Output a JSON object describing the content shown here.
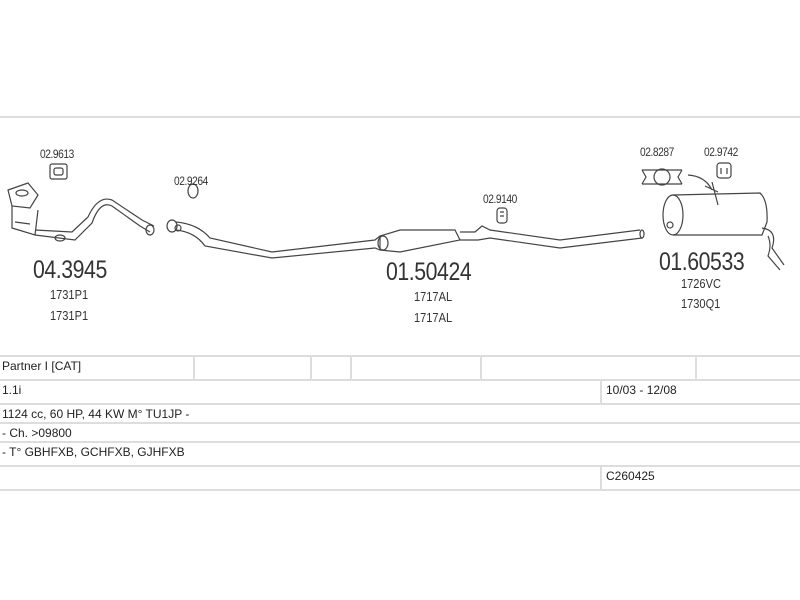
{
  "parts": {
    "gasket_1": "02.9613",
    "ring_1": "02.9264",
    "hanger_1": "02.9140",
    "clamp_1": "02.8287",
    "hanger_2": "02.9742",
    "catalyst": {
      "number": "04.3945",
      "refs": [
        "1731P1",
        "1731P1"
      ]
    },
    "middle_pipe": {
      "number": "01.50424",
      "refs": [
        "1717AL",
        "1717AL"
      ]
    },
    "rear_silencer": {
      "number": "01.60533",
      "refs": [
        "1726VC",
        "1730Q1"
      ]
    }
  },
  "table": {
    "model": "Partner I [CAT]",
    "engine": "1.1i",
    "period": "10/03 - 12/08",
    "specs": "1124 cc, 60 HP, 44 KW  M° TU1JP -",
    "chassis": "- Ch. >09800",
    "types": "- T° GBHFXB, GCHFXB, GJHFXB",
    "code": "C260425"
  }
}
